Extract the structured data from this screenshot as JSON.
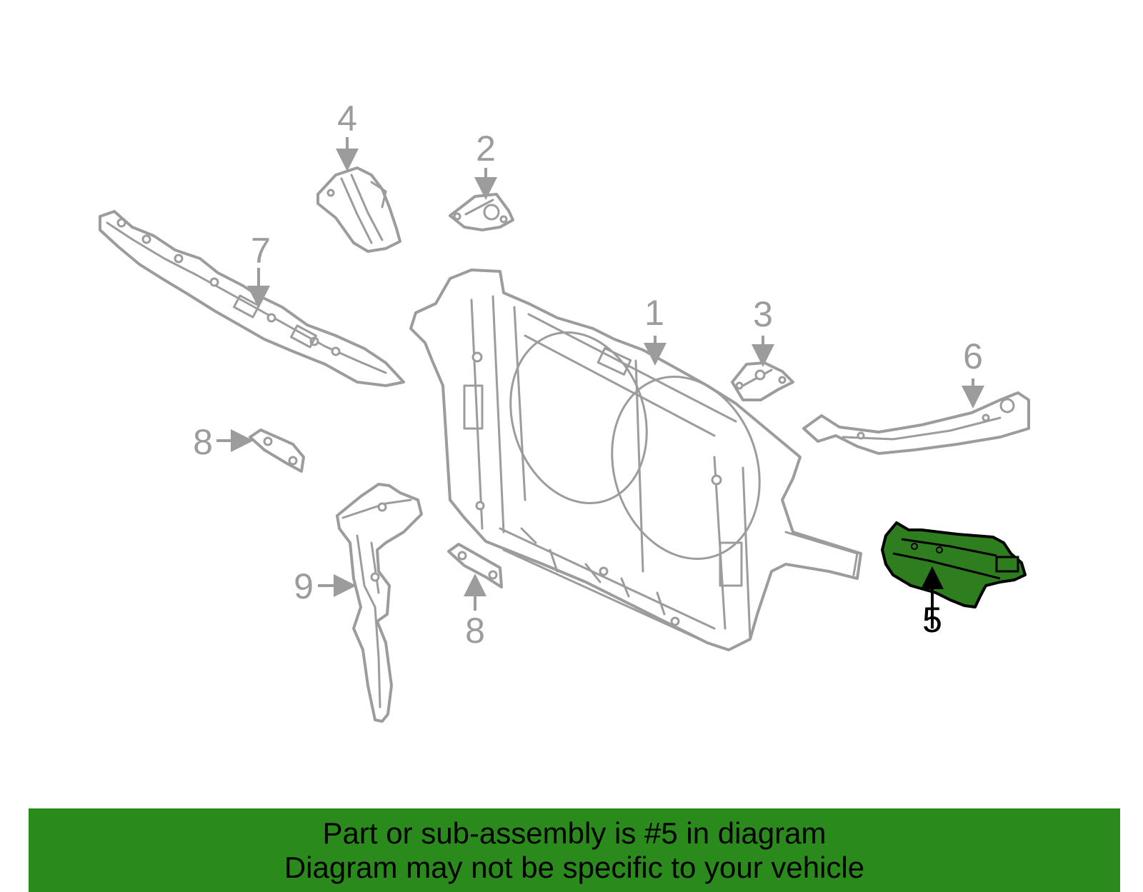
{
  "colors": {
    "outline": "#9c9c9c",
    "highlight_fill": "#2e7d1f",
    "highlight_stroke": "#000000",
    "banner_bg": "#2a8a1c",
    "banner_text": "#000000"
  },
  "callouts": {
    "c1": "1",
    "c2": "2",
    "c3": "3",
    "c4": "4",
    "c5": "5",
    "c6": "6",
    "c7": "7",
    "c8a": "8",
    "c8b": "8",
    "c9": "9"
  },
  "banner": {
    "line1": "Part or sub-assembly is #5 in diagram",
    "line2": "Diagram may not be specific to your vehicle"
  }
}
